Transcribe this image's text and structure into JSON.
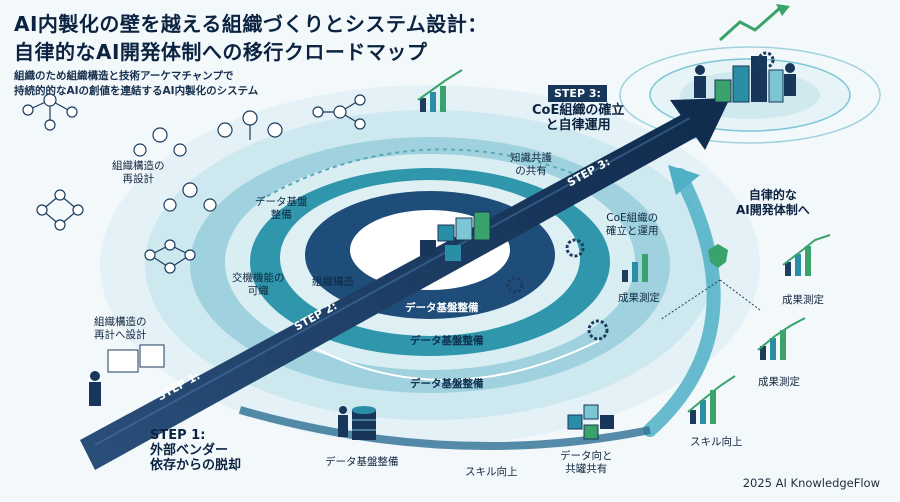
{
  "header": {
    "title_line1": "AI内製化の壁を越える組織づくりとシステム設計：",
    "title_line2": "自律的なAI開発体制への移行クロードマップ",
    "subtitle_line1": "組織のため組織構造と技術アーケマチャンプで",
    "subtitle_line2": "持続的的なAIの創値を連結するAI内製化のシステム"
  },
  "left_labels": {
    "org_redesign_1": "組織構造の",
    "org_redesign_2": "再設計",
    "org_recalc_1": "組織構造の",
    "org_recalc_2": "再計へ設計"
  },
  "ring_labels": {
    "data_infra_1": "データ基盤",
    "data_infra_2": "整備",
    "exchange_1": "交機機能の",
    "exchange_2": "可織",
    "org_structure": "組織構造",
    "inner_band": "データ基盤整備",
    "middle_band": "データ基盤整備",
    "outer_band": "データ基盤整備",
    "knowledge_1": "知識共護",
    "knowledge_2": "の共有",
    "coe_1": "CoE組織の",
    "coe_2": "確立と運用",
    "measure_inner": "成果測定"
  },
  "arrow_labels": {
    "step1": "STEP 1:",
    "step2": "STEP 2:",
    "step3": "STEP 3:"
  },
  "step1": {
    "label": "STEP 1:",
    "title_1": "外部ベンダー",
    "title_2": "依存からの脱却"
  },
  "step3": {
    "label": "STEP 3:",
    "title_1": "CoE組織の確立",
    "title_2": "と自律運用"
  },
  "right_labels": {
    "autonomous_1": "自律的な",
    "autonomous_2": "AI開発体制へ",
    "measure_1": "成果測定",
    "measure_2": "成果測定",
    "skill_up_right": "スキル向上"
  },
  "bottom_labels": {
    "data_infra": "データ基盤整備",
    "skill_up": "スキル向上",
    "data_share_1": "データ向と",
    "data_share_2": "共罐共有"
  },
  "footer": {
    "credit": "2025 AI KnowledgeFlow"
  },
  "colors": {
    "navy": "#17365a",
    "teal": "#2a8fa6",
    "light_teal": "#7cc6d4",
    "green": "#3aa36b"
  }
}
